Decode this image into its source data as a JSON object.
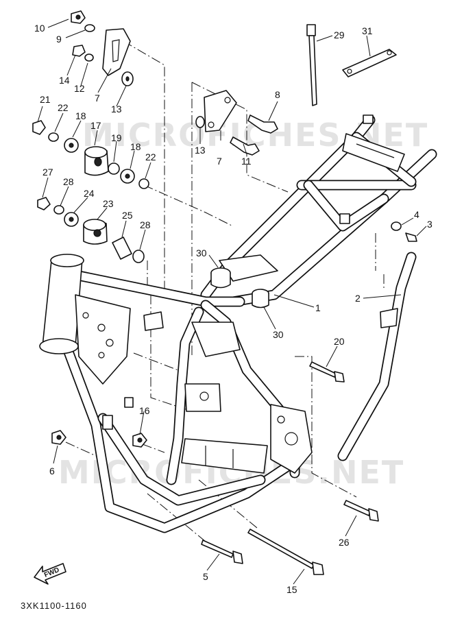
{
  "watermark": {
    "upper": "MICROFICHES.NET",
    "lower": "MICROFICHES.NET"
  },
  "diagram_code": "3XK1100-1160",
  "direction_label": "FWD",
  "callouts": {
    "c1": "1",
    "c2": "2",
    "c3": "3",
    "c4": "4",
    "c5": "5",
    "c6": "6",
    "c7a": "7",
    "c7b": "7",
    "c8": "8",
    "c9": "9",
    "c10": "10",
    "c11": "11",
    "c12": "12",
    "c13a": "13",
    "c13b": "13",
    "c14": "14",
    "c15": "15",
    "c16": "16",
    "c17": "17",
    "c18a": "18",
    "c18b": "18",
    "c19": "19",
    "c20": "20",
    "c21": "21",
    "c22a": "22",
    "c22b": "22",
    "c23": "23",
    "c24": "24",
    "c25": "25",
    "c26": "26",
    "c27": "27",
    "c28a": "28",
    "c28b": "28",
    "c29": "29",
    "c30a": "30",
    "c30b": "30",
    "c31": "31"
  }
}
